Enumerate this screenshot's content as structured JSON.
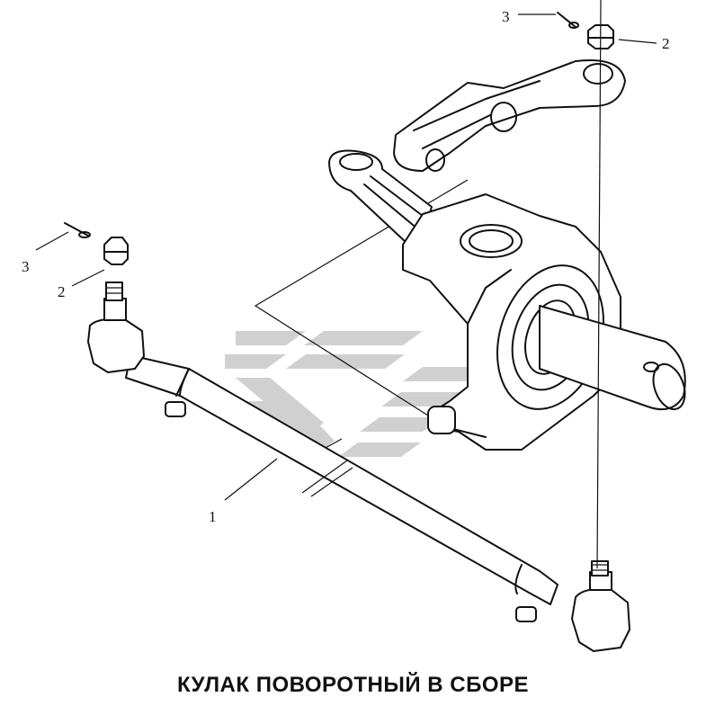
{
  "caption": "КУЛАК ПОВОРОТНЫЙ В СБОРЕ",
  "callouts": {
    "tie_rod": "1",
    "nut_left": "2",
    "cotter_pin_left": "3",
    "nut_right": "2",
    "cotter_pin_right": "3"
  },
  "colors": {
    "line": "#111111",
    "watermark": "#c8c8c8"
  }
}
